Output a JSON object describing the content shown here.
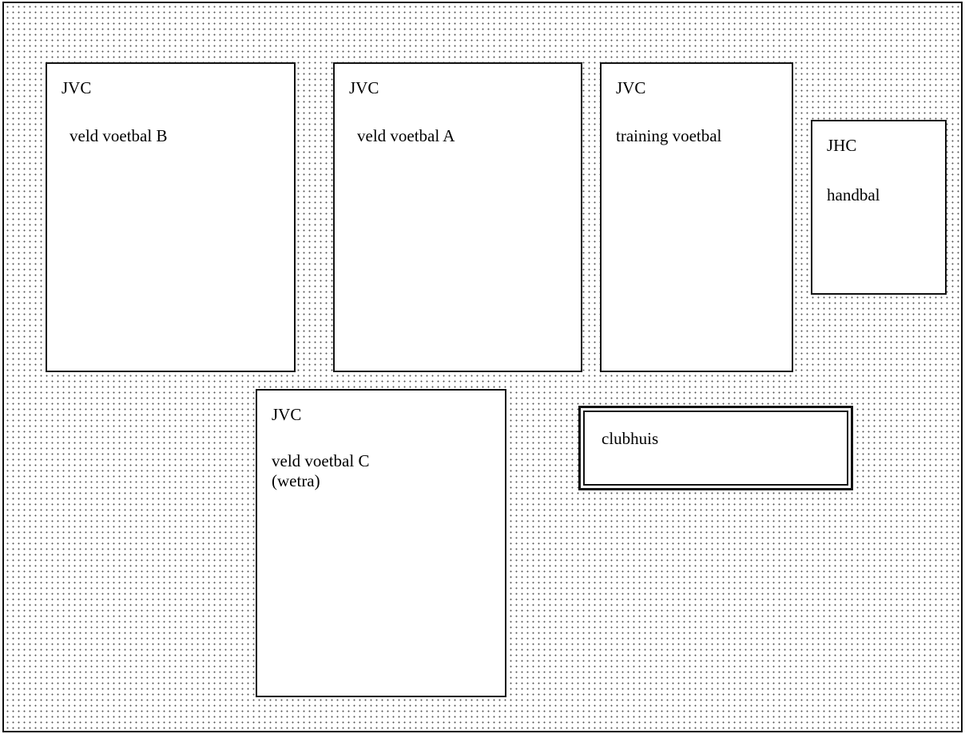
{
  "site_plan": {
    "fields": [
      {
        "id": "veld-b",
        "club": "JVC",
        "label": "veld voetbal B"
      },
      {
        "id": "veld-a",
        "club": "JVC",
        "label": "veld voetbal A"
      },
      {
        "id": "training",
        "club": "JVC",
        "label": "training voetbal"
      },
      {
        "id": "handbal",
        "club": "JHC",
        "label": "handbal"
      },
      {
        "id": "veld-c",
        "club": "JVC",
        "label": "veld voetbal C\n(wetra)"
      }
    ],
    "clubhouse": {
      "label": "clubhuis"
    }
  }
}
